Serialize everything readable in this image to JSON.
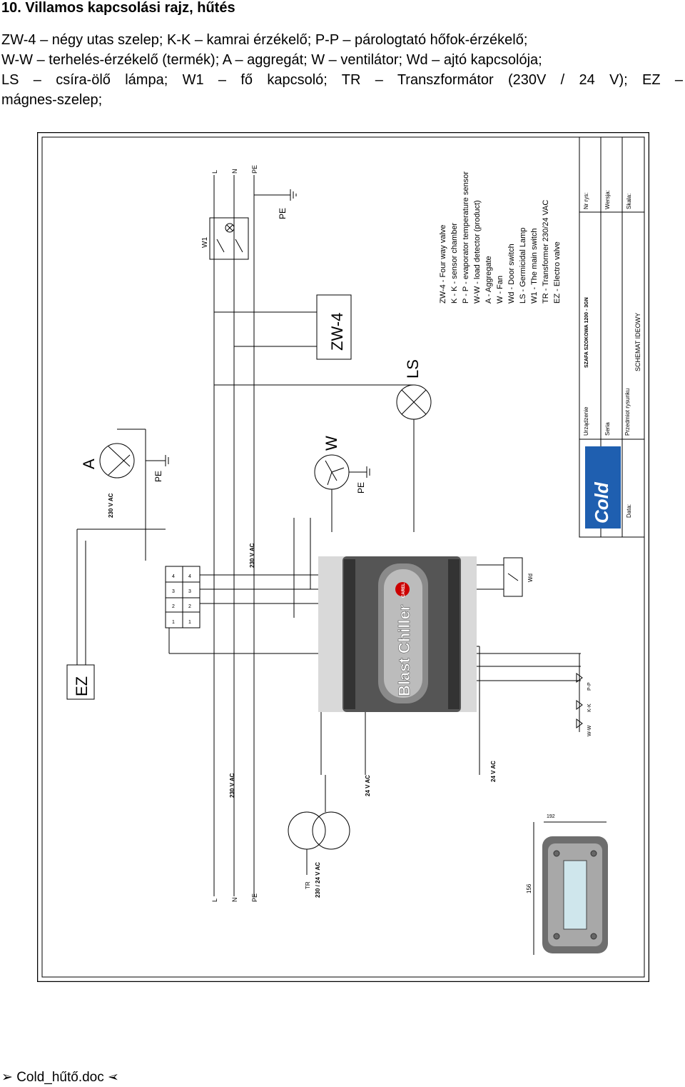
{
  "doc": {
    "heading": "10. Villamos kapcsolási rajz, hűtés",
    "legend_lines": [
      "ZW-4 – négy utas szelep; K-K – kamrai érzékelő; P-P – párologtató hőfok-érzékelő;",
      "W-W – terhelés-érzékelő (termék); A – aggregát; W – ventilátor; Wd – ajtó kapcsolója;",
      "LS – csíra-ölő lámpa; W1 – fő kapcsoló; TR – Transzformátor (230V / 24 V); EZ –",
      "mágnes-szelep;"
    ],
    "footer_arrow_left": "➢",
    "footer_file": "Cold_hűtő.doc",
    "footer_arrow_right": "➢"
  },
  "diagram": {
    "rails_top": [
      "L",
      "N",
      "PE"
    ],
    "rails_bottom": [
      "L",
      "N",
      "PE"
    ],
    "pe_labels": [
      "PE",
      "PE",
      "PE"
    ],
    "w1_label": "W1",
    "zw4_label": "ZW-4",
    "ls_label": "LS",
    "fan_label": "W",
    "aggregate_label": "A",
    "ez_label": "EZ",
    "tr_label": "TR",
    "tr_rating": "230 / 24 V AC",
    "voltage_labels": [
      "230 V AC",
      "230 V AC",
      "230 V AC",
      "24 V AC",
      "24 V AC"
    ],
    "controller_brand": "CAREL",
    "controller_name": "Blast Chiller",
    "wd_label": "Wd",
    "sensor_labels": [
      "P-P",
      "K-K",
      "W-W"
    ],
    "terminal_numbers": [
      "1",
      "2",
      "3",
      "4",
      "1",
      "2",
      "3",
      "4"
    ],
    "dim_top": "192",
    "dim_side": "156",
    "component_legend": [
      "ZW-4 - Four way valve",
      "K - K - sensor chamber",
      "P - P - evaporator temperature sensor",
      "W-W - load detector (product)",
      "A - Aggregate",
      "W - Fan",
      "Wd - Door switch",
      "LS - Germicidal Lamp",
      "W1 - The main switch",
      "TR - Transformer 230/24 VAC",
      "EZ - Electro valve"
    ],
    "titleblock": {
      "nr_label": "Nr rys:",
      "version_label": "Wersja:",
      "scale_label": "Skala:",
      "device_label": "Urządzenie",
      "device_value": "SZAFA SZOKOWA 1200 - 3GN",
      "series_label": "Seria",
      "subject_label": "Przedmiot rysunku",
      "subject_value": "SCHEMAT IDEOWY",
      "date_label": "Data:",
      "logo_text": "Cold"
    }
  }
}
